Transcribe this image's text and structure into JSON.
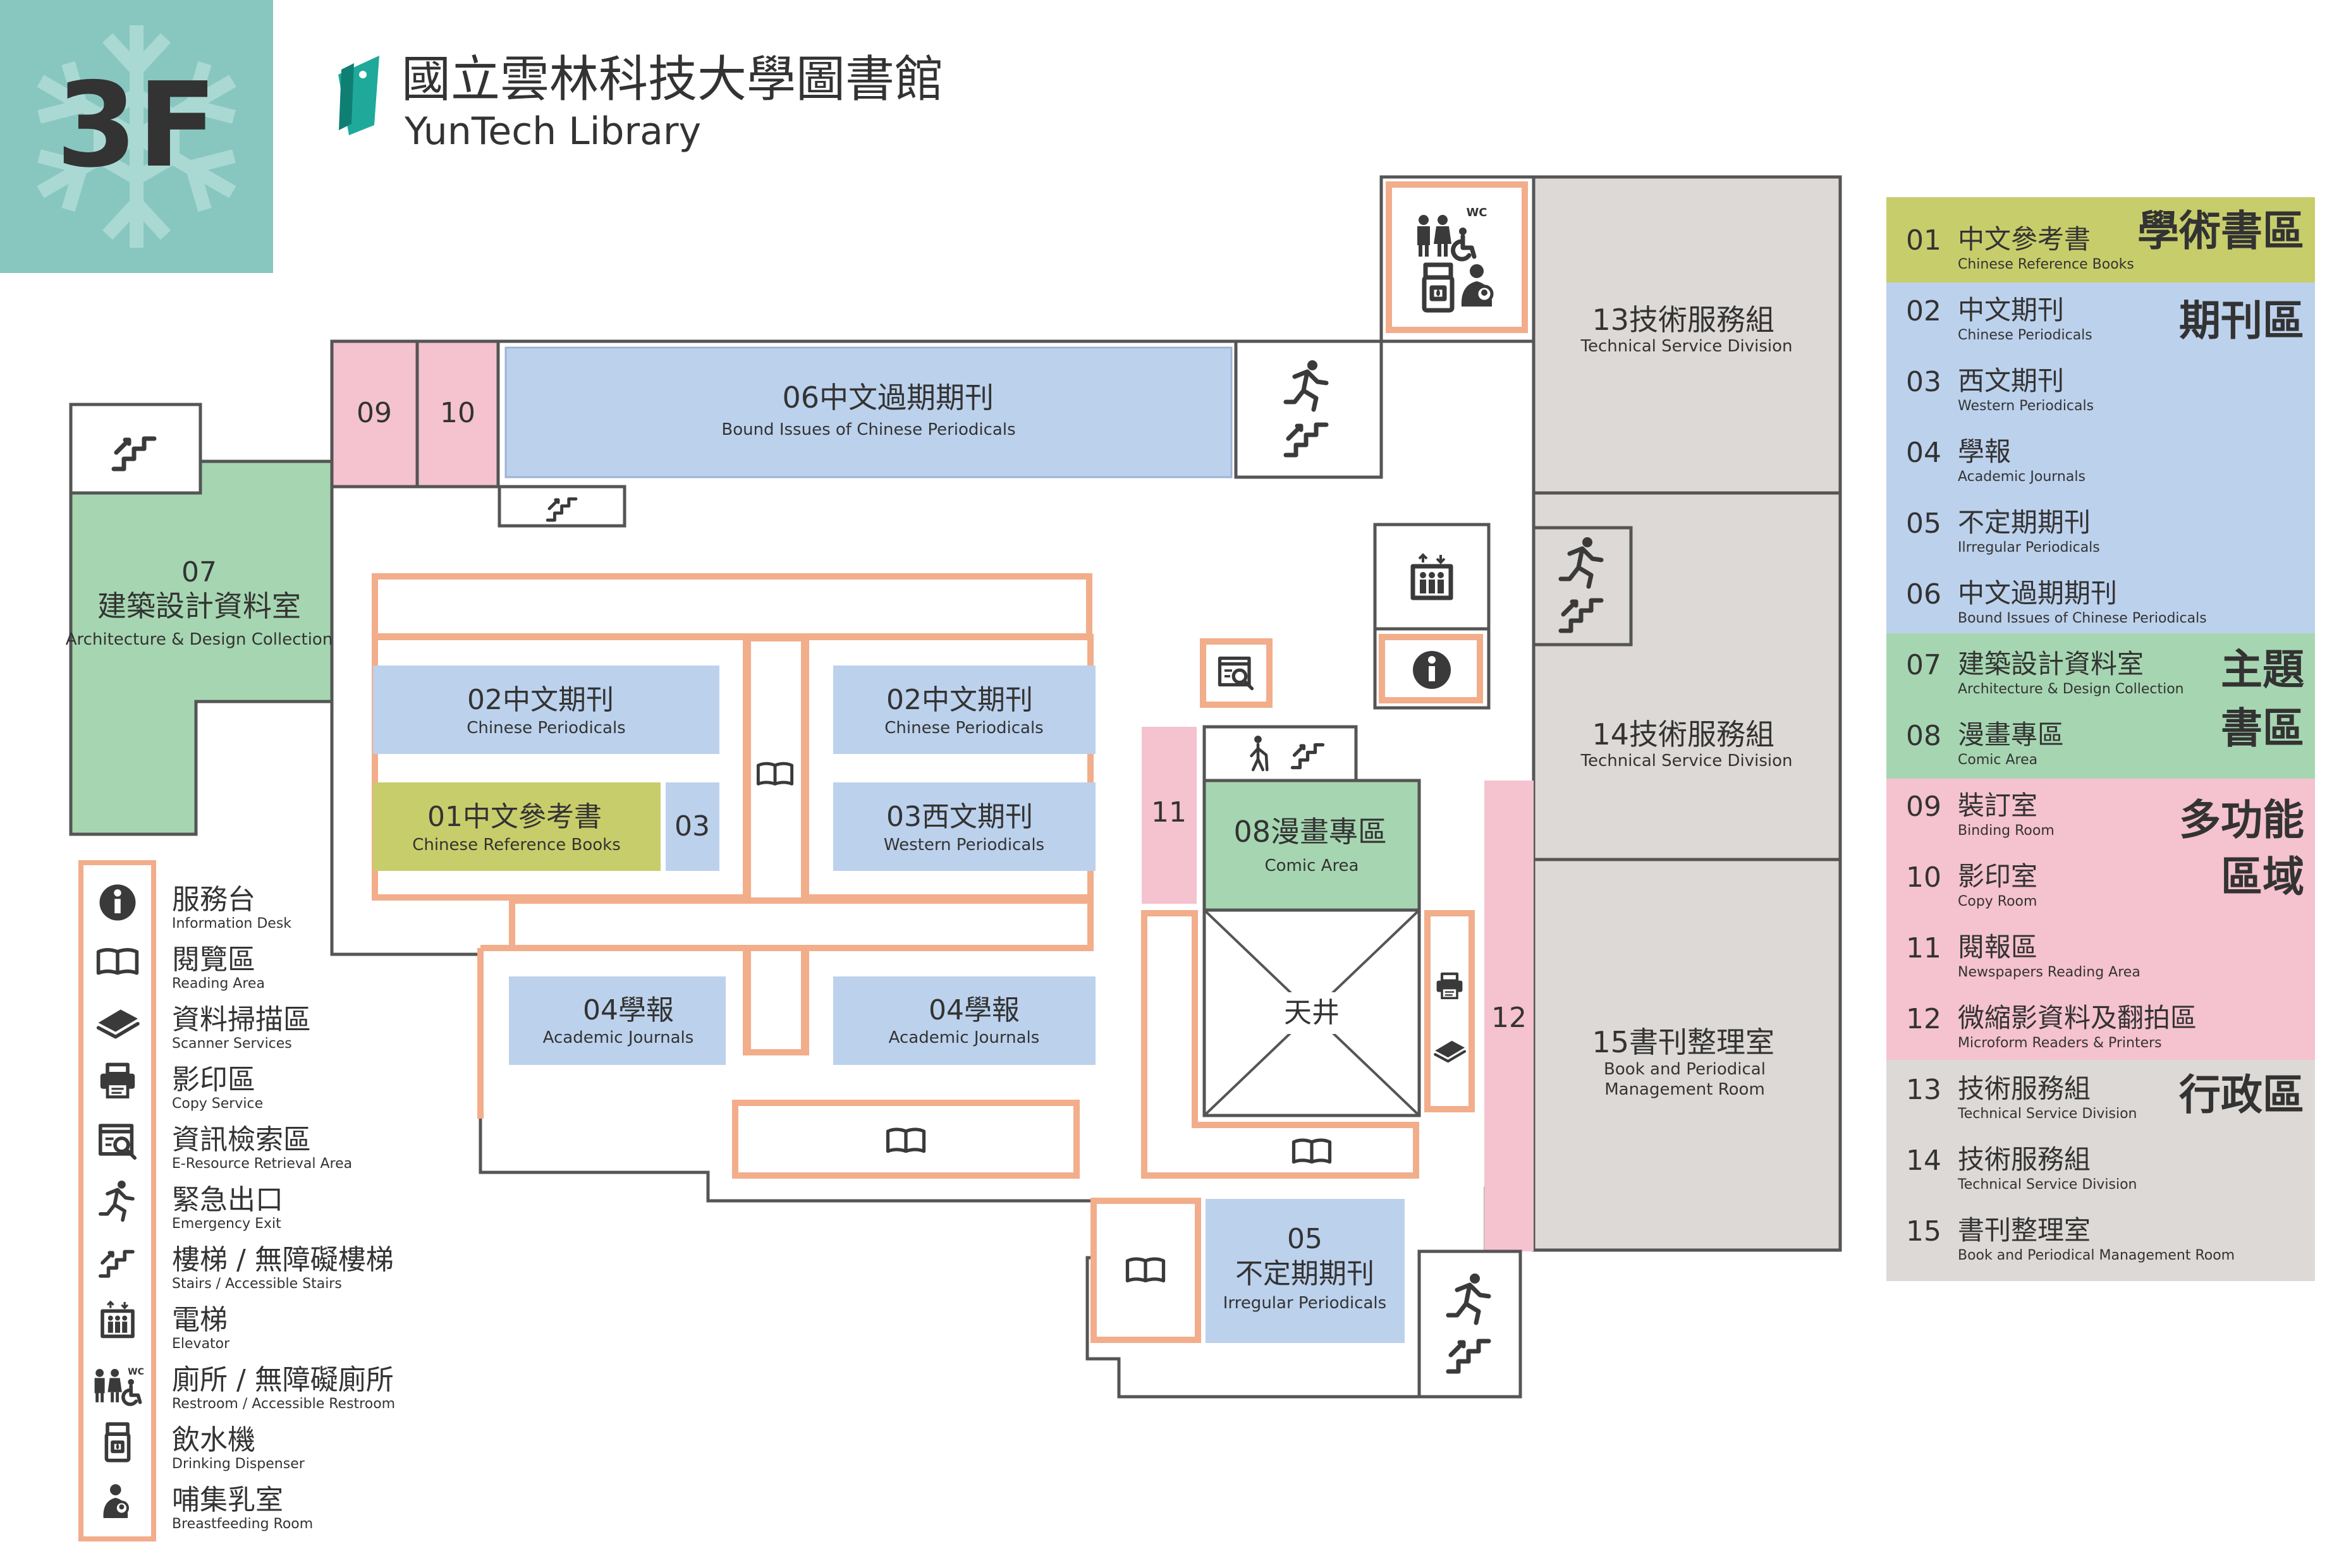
{
  "floor_label": "3F",
  "library": {
    "name_zh": "國立雲林科技大學圖書館",
    "name_en": "YunTech Library"
  },
  "colors": {
    "teal": "#88c7c0",
    "blue": "#bcd1ec",
    "green": "#a6d6b1",
    "olive": "#c8cd6b",
    "pink": "#f5c2cf",
    "gray": "#dcd9d6",
    "orange": "#f2ad8b",
    "wall": "#555555"
  },
  "rooms": {
    "r01": {
      "num": "01",
      "zh": "中文參考書",
      "en": "Chinese Reference Books"
    },
    "r02": {
      "num": "02",
      "zh": "中文期刊",
      "en": "Chinese Periodicals"
    },
    "r03": {
      "num": "03",
      "zh": "西文期刊",
      "en": "Western Periodicals"
    },
    "r03short": "03",
    "r04": {
      "num": "04",
      "zh": "學報",
      "en": "Academic Journals"
    },
    "r05": {
      "num": "05",
      "zh": "不定期期刊",
      "en": "Irregular Periodicals"
    },
    "r06": {
      "num": "06",
      "zh": "中文過期期刊",
      "en": "Bound Issues of Chinese Periodicals"
    },
    "r07": {
      "num": "07",
      "zh": "建築設計資料室",
      "en": "Architecture & Design Collection"
    },
    "r08": {
      "num": "08",
      "zh": "漫畫專區",
      "en": "Comic Area"
    },
    "r09": "09",
    "r10": "10",
    "r11": "11",
    "r12": "12",
    "r13": {
      "num": "13",
      "zh": "技術服務組",
      "en": "Technical Service Division"
    },
    "r14": {
      "num": "14",
      "zh": "技術服務組",
      "en": "Technical Service Division"
    },
    "r15": {
      "num": "15",
      "zh": "書刊整理室",
      "en_1": "Book and Periodical",
      "en_2": "Management Room"
    },
    "atrium": "天井"
  },
  "icon_legend": [
    {
      "icon": "info-icon",
      "zh": "服務台",
      "en": "Information Desk"
    },
    {
      "icon": "book-icon",
      "zh": "閱覽區",
      "en": "Reading Area"
    },
    {
      "icon": "scanner-icon",
      "zh": "資料掃描區",
      "en": "Scanner Services"
    },
    {
      "icon": "printer-icon",
      "zh": "影印區",
      "en": "Copy Service"
    },
    {
      "icon": "search-screen-icon",
      "zh": "資訊檢索區",
      "en": "E-Resource Retrieval Area"
    },
    {
      "icon": "emergency-exit-icon",
      "zh": "緊急出口",
      "en": "Emergency Exit"
    },
    {
      "icon": "stairs-icon",
      "zh": "樓梯 / 無障礙樓梯",
      "en": "Stairs / Accessible Stairs"
    },
    {
      "icon": "elevator-icon",
      "zh": "電梯",
      "en": "Elevator"
    },
    {
      "icon": "restroom-icon",
      "zh": "廁所 / 無障礙廁所",
      "en": "Restroom / Accessible Restroom"
    },
    {
      "icon": "water-dispenser-icon",
      "zh": "飲水機",
      "en": "Drinking Dispenser"
    },
    {
      "icon": "breastfeeding-icon",
      "zh": "哺集乳室",
      "en": "Breastfeeding Room"
    }
  ],
  "wc_label": "WC",
  "room_index": [
    {
      "num": "01",
      "zh": "中文參考書",
      "en": "Chinese Reference Books"
    },
    {
      "num": "02",
      "zh": "中文期刊",
      "en": "Chinese Periodicals"
    },
    {
      "num": "03",
      "zh": "西文期刊",
      "en": "Western Periodicals"
    },
    {
      "num": "04",
      "zh": "學報",
      "en": "Academic Journals"
    },
    {
      "num": "05",
      "zh": "不定期期刊",
      "en": "Ilrregular Periodicals"
    },
    {
      "num": "06",
      "zh": "中文過期期刊",
      "en": "Bound Issues of Chinese Periodicals"
    },
    {
      "num": "07",
      "zh": "建築設計資料室",
      "en": "Architecture & Design Collection"
    },
    {
      "num": "08",
      "zh": "漫畫專區",
      "en": "Comic Area"
    },
    {
      "num": "09",
      "zh": "裝訂室",
      "en": "Binding Room"
    },
    {
      "num": "10",
      "zh": "影印室",
      "en": "Copy Room"
    },
    {
      "num": "11",
      "zh": "閱報區",
      "en": "Newspapers Reading Area"
    },
    {
      "num": "12",
      "zh": "微縮影資料及翻拍區",
      "en": "Microform Readers & Printers"
    },
    {
      "num": "13",
      "zh": "技術服務組",
      "en": "Technical Service Division"
    },
    {
      "num": "14",
      "zh": "技術服務組",
      "en": "Technical Service Division"
    },
    {
      "num": "15",
      "zh": "書刊整理室",
      "en": "Book and Periodical Management Room"
    }
  ],
  "zones": [
    {
      "key": "academic",
      "line1": "學術書區",
      "line2": ""
    },
    {
      "key": "periodicals",
      "line1": "期刊區",
      "line2": ""
    },
    {
      "key": "theme",
      "line1": "主題",
      "line2": "書區"
    },
    {
      "key": "multi",
      "line1": "多功能",
      "line2": "區域"
    },
    {
      "key": "admin",
      "line1": "行政區",
      "line2": ""
    }
  ]
}
